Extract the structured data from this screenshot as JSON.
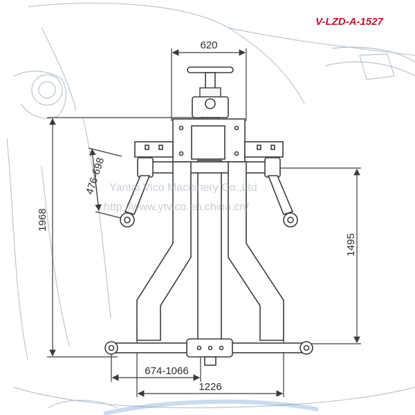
{
  "product_code": "V-LZD-A-1527",
  "dimensions": {
    "top_width": "620",
    "total_height": "1968",
    "arm_length": "476-698",
    "lift_height": "1495",
    "bottom_arm_span": "674-1066",
    "base_width": "1226"
  },
  "watermark": {
    "company": "Yantai Vico Machinery Co.,Ltd",
    "url": "http://www.ytvico.en.china.cn/"
  },
  "colors": {
    "code_red": "#c8102e",
    "line": "#3a3a3a",
    "sketch": "#b9c4d0"
  },
  "icons": {
    "logo": "vico-logo"
  }
}
